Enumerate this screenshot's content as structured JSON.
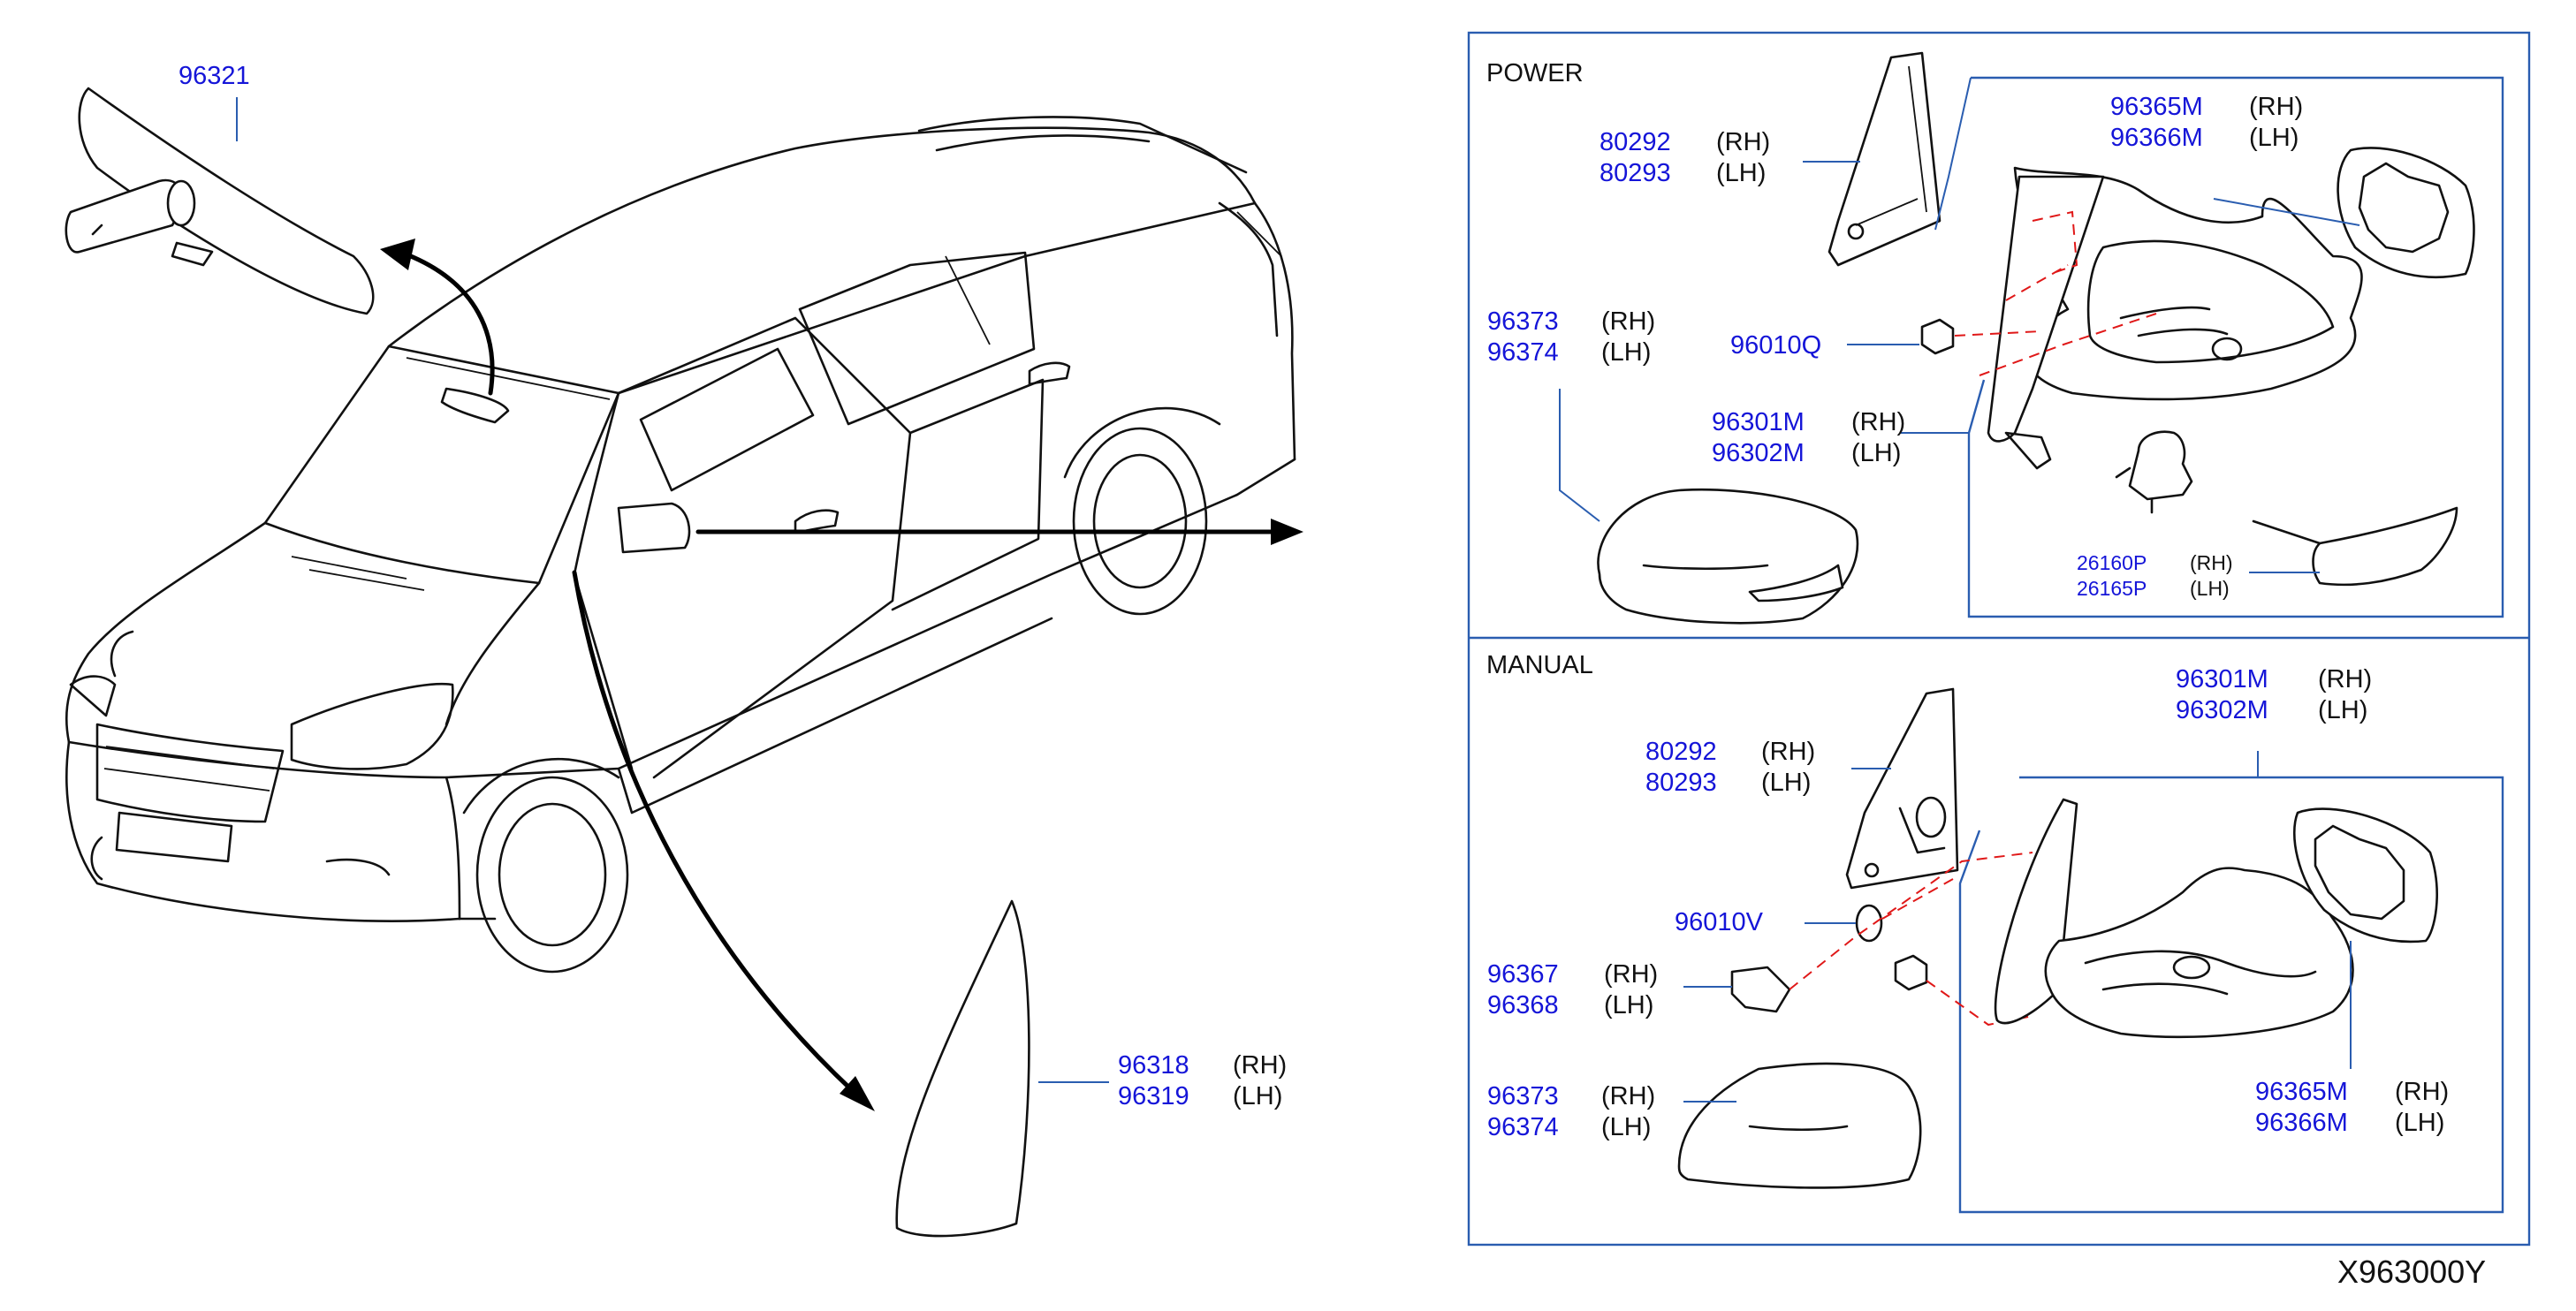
{
  "diagram_code": "X963000Y",
  "colors": {
    "part_number": "#1515d8",
    "leader_line": "#2a5db0",
    "guide_line": "#e01818",
    "text": "#111111"
  },
  "overview": {
    "inside_mirror": {
      "part": "96321"
    },
    "mirror_glass_large": {
      "part_rh": "96318",
      "side_rh": "(RH)",
      "part_lh": "96319",
      "side_lh": "(LH)"
    }
  },
  "power": {
    "heading": "POWER",
    "finisher": {
      "part_rh": "80292",
      "side_rh": "(RH)",
      "part_lh": "80293",
      "side_lh": "(LH)"
    },
    "glass": {
      "part_rh": "96365M",
      "side_rh": "(RH)",
      "part_lh": "96366M",
      "side_lh": "(LH)"
    },
    "nut": {
      "part": "96010Q"
    },
    "cover": {
      "part_rh": "96373",
      "side_rh": "(RH)",
      "part_lh": "96374",
      "side_lh": "(LH)"
    },
    "mirror_assy": {
      "part_rh": "96301M",
      "side_rh": "(RH)",
      "part_lh": "96302M",
      "side_lh": "(LH)"
    },
    "turn_lamp": {
      "part_rh": "26160P",
      "side_rh": "(RH)",
      "part_lh": "26165P",
      "side_lh": "(LH)"
    }
  },
  "manual": {
    "heading": "MANUAL",
    "mirror_assy": {
      "part_rh": "96301M",
      "side_rh": "(RH)",
      "part_lh": "96302M",
      "side_lh": "(LH)"
    },
    "finisher": {
      "part_rh": "80292",
      "side_rh": "(RH)",
      "part_lh": "80293",
      "side_lh": "(LH)"
    },
    "seal": {
      "part": "96010V"
    },
    "knob": {
      "part_rh": "96367",
      "side_rh": "(RH)",
      "part_lh": "96368",
      "side_lh": "(LH)"
    },
    "cover": {
      "part_rh": "96373",
      "side_rh": "(RH)",
      "part_lh": "96374",
      "side_lh": "(LH)"
    },
    "glass": {
      "part_rh": "96365M",
      "side_rh": "(RH)",
      "part_lh": "96366M",
      "side_lh": "(LH)"
    }
  }
}
